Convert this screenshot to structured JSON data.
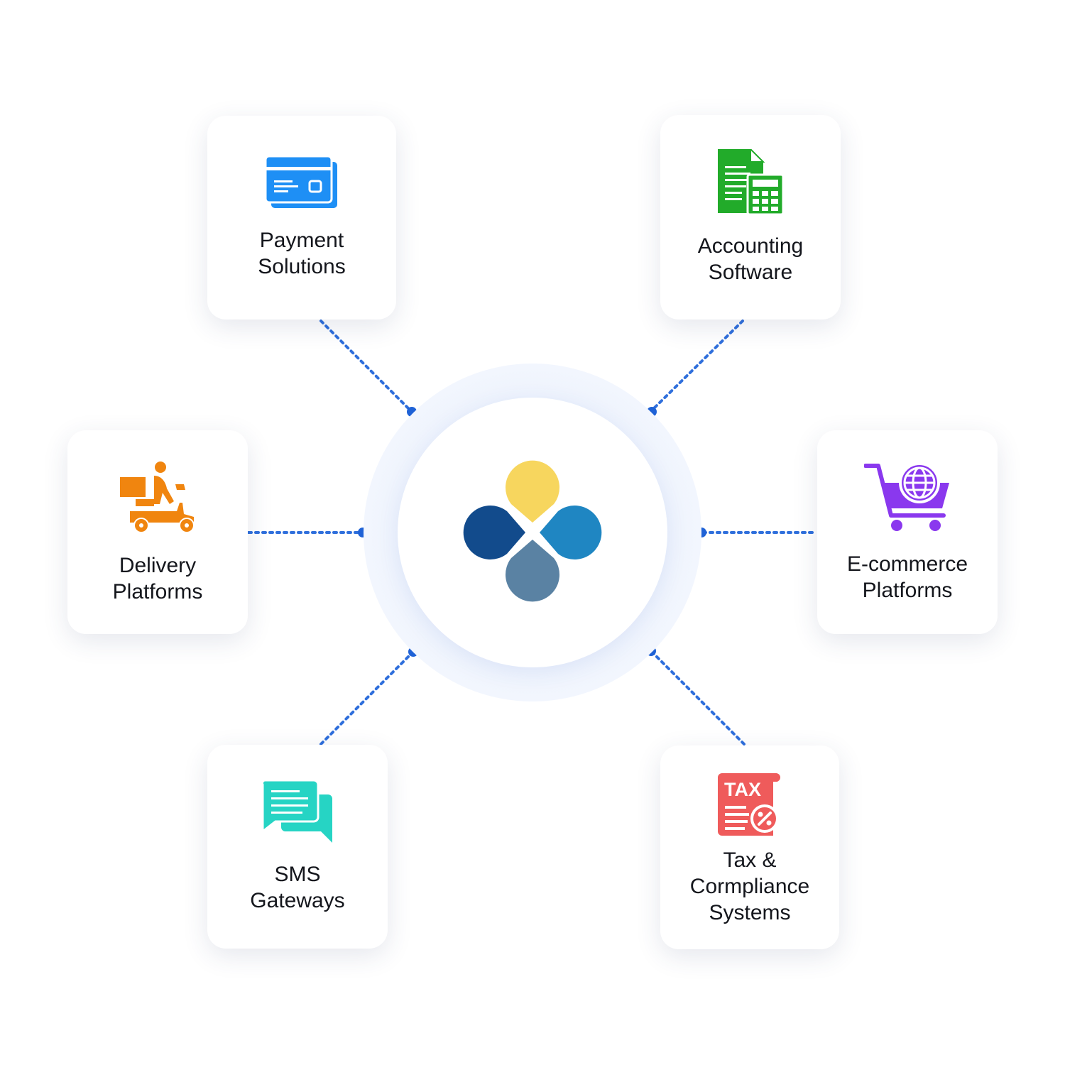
{
  "colors": {
    "connector": "#2f6fdc",
    "payment": "#1e8ff5",
    "accounting": "#22ab2a",
    "delivery": "#f0850f",
    "ecommerce": "#8a38ee",
    "sms": "#26d4c4",
    "tax": "#ef5b5b",
    "logo_yellow": "#f7d65e",
    "logo_navy": "#124b8c",
    "logo_blue": "#1f86c2",
    "logo_slate": "#5a82a3"
  },
  "hub": {
    "logo_icon": "four-petal-logo-icon"
  },
  "integrations": {
    "payment": {
      "icon": "credit-card-icon",
      "line1": "Payment",
      "line2": "Solutions"
    },
    "accounting": {
      "icon": "document-calculator-icon",
      "line1": "Accounting",
      "line2": "Software"
    },
    "delivery": {
      "icon": "delivery-scooter-icon",
      "line1": "Delivery",
      "line2": "Platforms"
    },
    "ecommerce": {
      "icon": "shopping-cart-globe-icon",
      "line1": "E-commerce",
      "line2": "Platforms"
    },
    "sms": {
      "icon": "chat-bubbles-icon",
      "line1": "SMS",
      "line2": "Gateways"
    },
    "tax": {
      "icon": "tax-document-icon",
      "badge": "TAX",
      "line1": "Tax &",
      "line2": "Cormpliance",
      "line3": "Systems"
    }
  }
}
